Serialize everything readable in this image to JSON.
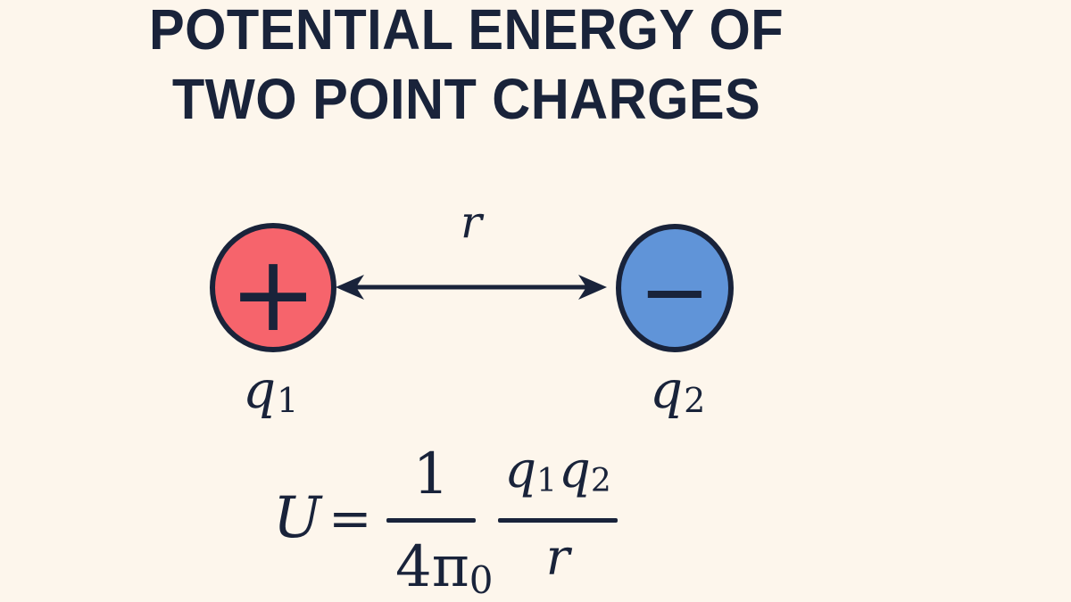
{
  "meta": {
    "background_color": "#fdf6ec",
    "ink_color": "#19233a",
    "positive_charge_color": "#f6646c",
    "negative_charge_color": "#6094d8"
  },
  "title": {
    "line1": "POTENTIAL ENERGY OF",
    "line2": "TWO POINT CHARGES"
  },
  "diagram": {
    "positive_charge": {
      "sign": "+",
      "label_base": "q",
      "label_sub": "1"
    },
    "negative_charge": {
      "sign": "−",
      "label_base": "q",
      "label_sub": "2"
    },
    "distance_label": "r",
    "arrow_icon": "double-headed-arrow-icon"
  },
  "formula": {
    "lhs": "U",
    "equals": "=",
    "coefficient": {
      "numerator": "1",
      "denominator_base": "4π",
      "denominator_sub": "0"
    },
    "charges_term": {
      "numerator": [
        {
          "base": "q",
          "sub": "1"
        },
        {
          "base": "q",
          "sub": "2"
        }
      ],
      "denominator": "r"
    }
  }
}
